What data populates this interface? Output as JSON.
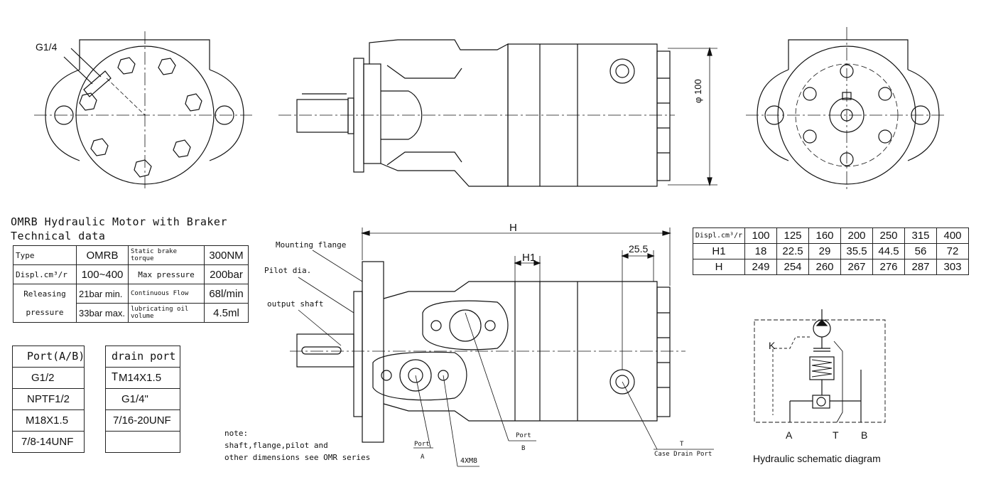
{
  "heading": {
    "line1": "OMRB Hydraulic Motor with Braker",
    "line2": "Technical data"
  },
  "tech_table": {
    "type_label": "Type",
    "type_value": "OMRB",
    "brake_label": "Static brake torque",
    "brake_value": "300NM",
    "displ_label": "Displ.cm³/r",
    "displ_value": "100~400",
    "max_pressure_label": "Max pressure",
    "max_pressure_value": "200bar",
    "releasing_label": "Releasing",
    "releasing_min": "21bar min.",
    "flow_label": "Continuous Flow",
    "flow_value": "68l/min",
    "pressure_label": "pressure",
    "releasing_max": "33bar max.",
    "lubricating_label": "lubricating oil volume",
    "lubricating_value": "4.5ml"
  },
  "port_table": {
    "header": "Port(A/B)",
    "values": [
      "G1/2",
      "NPTF1/2",
      "M18X1.5",
      "7/8-14UNF"
    ]
  },
  "drain_table": {
    "header": "drain port T",
    "values": [
      "M14X1.5",
      "G1/4\"",
      "7/16-20UNF",
      ""
    ]
  },
  "displacement_table": {
    "row_label": "Displ.cm³/r",
    "columns": [
      "100",
      "125",
      "160",
      "200",
      "250",
      "315",
      "400"
    ],
    "h1_label": "H1",
    "h1_values": [
      "18",
      "22.5",
      "29",
      "35.5",
      "44.5",
      "56",
      "72"
    ],
    "h_label": "H",
    "h_values": [
      "249",
      "254",
      "260",
      "267",
      "276",
      "287",
      "303"
    ]
  },
  "drawing_labels": {
    "g14": "G1/4",
    "phi100": "φ 100",
    "dim_h": "H",
    "dim_h1": "H1",
    "dim_25_5": "25.5",
    "mounting_flange": "Mounting flange",
    "pilot_dia": "Pilot dia.",
    "output_shaft": "output shaft",
    "port_a_top": "Port",
    "port_a_bottom": "A",
    "port_b_top": "Port",
    "port_b_bottom": "B",
    "bolt": "4XM8",
    "drain_t": "T",
    "case_drain": "Case Drain Port"
  },
  "note": {
    "line1": "note:",
    "line2": "shaft,flange,pilot and",
    "line3": "other dimensions see OMR series"
  },
  "schematic": {
    "caption": "Hydraulic schematic diagram",
    "k": "K",
    "a": "A",
    "t": "T",
    "b": "B"
  }
}
